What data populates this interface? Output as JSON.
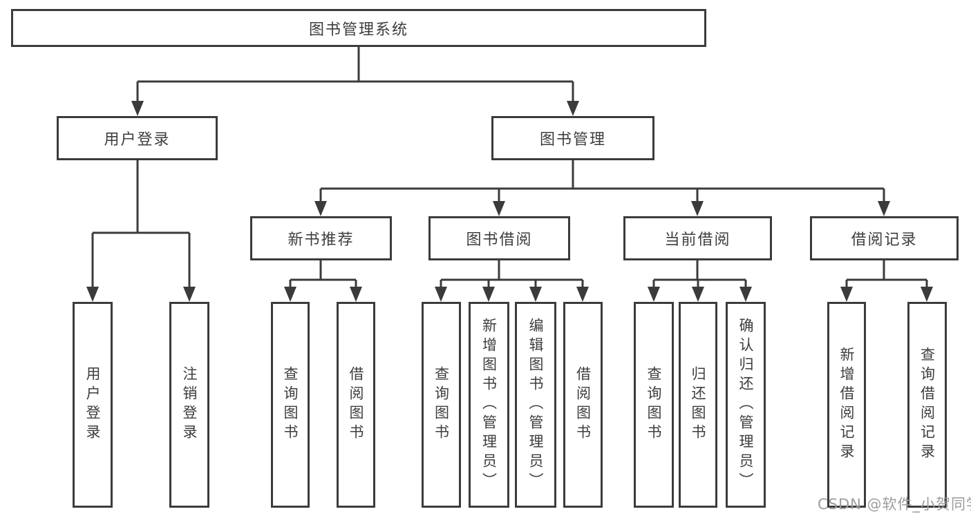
{
  "tree": {
    "root": {
      "label": "图书管理系统"
    },
    "branches": [
      {
        "label": "用户登录",
        "leaves": [
          {
            "label": "用户登录"
          },
          {
            "label": "注销登录"
          }
        ]
      },
      {
        "label": "图书管理",
        "groups": [
          {
            "label": "新书推荐",
            "leaves": [
              {
                "label": "查询图书"
              },
              {
                "label": "借阅图书"
              }
            ]
          },
          {
            "label": "图书借阅",
            "leaves": [
              {
                "label": "查询图书"
              },
              {
                "label": "新增图书（管理员）"
              },
              {
                "label": "编辑图书（管理员）"
              },
              {
                "label": "借阅图书"
              }
            ]
          },
          {
            "label": "当前借阅",
            "leaves": [
              {
                "label": "查询图书"
              },
              {
                "label": "归还图书"
              },
              {
                "label": "确认归还（管理员）"
              }
            ]
          },
          {
            "label": "借阅记录",
            "leaves": [
              {
                "label": "新增借阅记录"
              },
              {
                "label": "查询借阅记录"
              }
            ]
          }
        ]
      }
    ]
  },
  "watermark": {
    "text": "CSDN @软件_小贺同学"
  },
  "colors": {
    "line": "#3b3b3b",
    "text": "#3d3d3d",
    "watermark": "#9c9c9c",
    "background": "#ffffff"
  }
}
